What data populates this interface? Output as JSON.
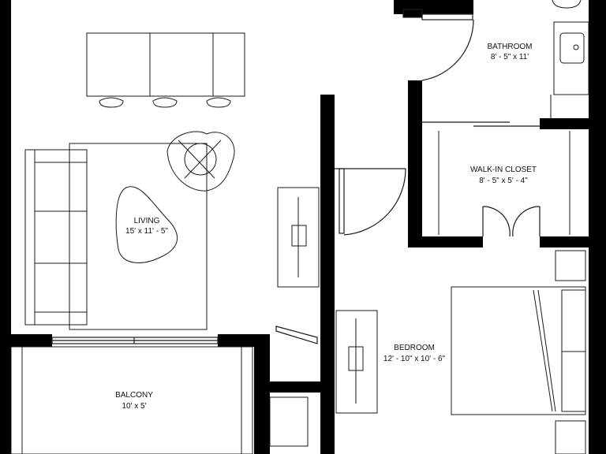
{
  "rooms": {
    "bathroom": {
      "name": "BATHROOM",
      "dimensions": "8' - 5\" x 11'"
    },
    "living": {
      "name": "LIVING",
      "dimensions": "15' x 11' - 5\""
    },
    "walk_in_closet": {
      "name": "WALK-IN CLOSET",
      "dimensions": "8' - 5\" x 5' - 4\""
    },
    "bedroom": {
      "name": "BEDROOM",
      "dimensions": "12' - 10\" x 10' - 6\""
    },
    "balcony": {
      "name": "BALCONY",
      "dimensions": "10' x 5'"
    }
  },
  "colors": {
    "wall": "#000000",
    "line": "#1a1a1a",
    "background": "#ffffff",
    "text": "#111111"
  }
}
